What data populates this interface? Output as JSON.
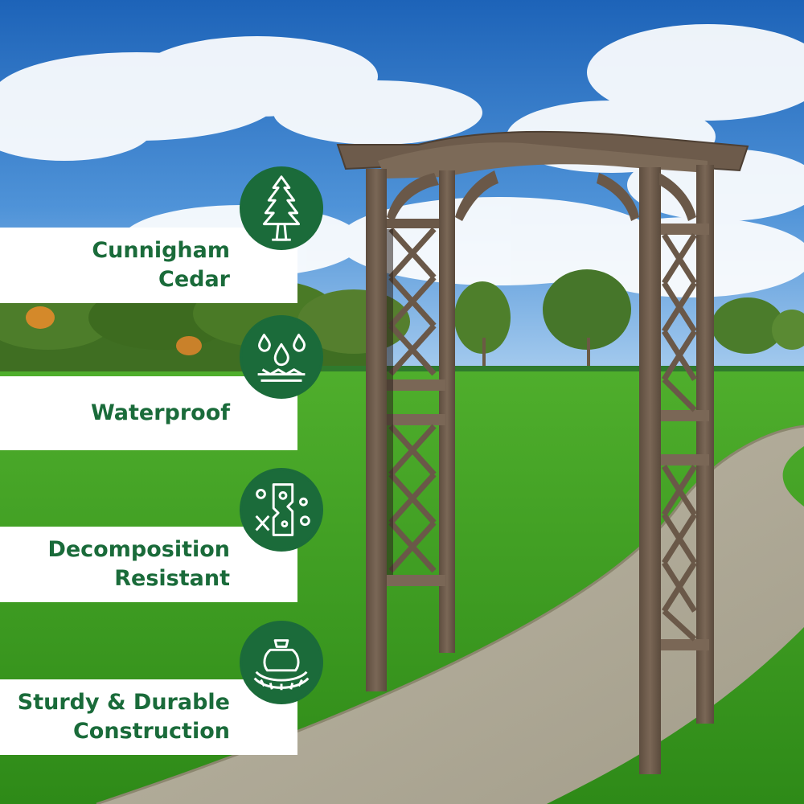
{
  "features": [
    {
      "lines": [
        "Cunnigham",
        "Cedar"
      ],
      "icon": "tree-icon"
    },
    {
      "lines": [
        "Waterproof"
      ],
      "icon": "water-drops-icon"
    },
    {
      "lines": [
        "Decomposition",
        "Resistant"
      ],
      "icon": "rot-resistant-icon"
    },
    {
      "lines": [
        "Sturdy & Durable",
        "Construction"
      ],
      "icon": "weight-load-icon"
    }
  ],
  "colors": {
    "brand_green": "#1b6b3a",
    "label_text": "#1a6b3a",
    "label_bg": "#ffffff",
    "wood": "#6b5a4a"
  }
}
